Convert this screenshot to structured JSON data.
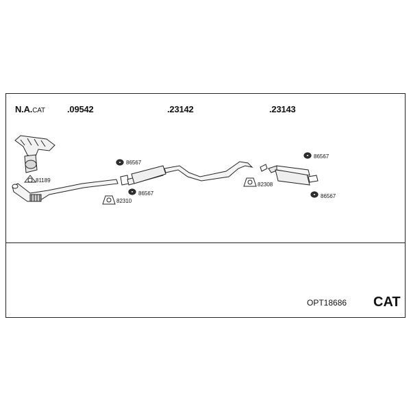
{
  "header": {
    "na_prefix": "N.A.",
    "na_suffix": "CAT",
    "codes": [
      ".09542",
      ".23142",
      ".23143"
    ]
  },
  "parts": {
    "p81189": "81189",
    "p86567a": "86567",
    "p86567b": "86567",
    "p82310": "82310",
    "p82308": "82308",
    "p86567c": "86567",
    "p86567d": "86567"
  },
  "footer": {
    "kit_code": "OPT18686",
    "category": "CAT"
  }
}
